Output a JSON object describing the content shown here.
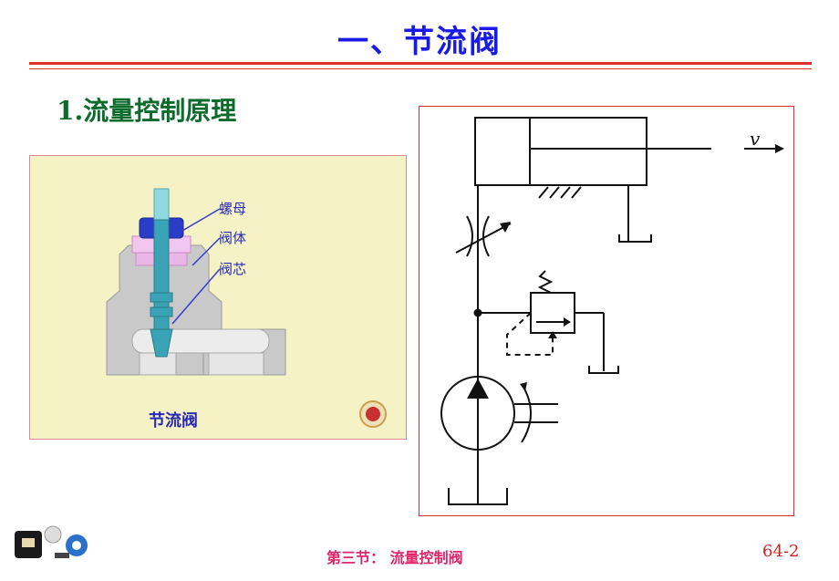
{
  "header": {
    "title": "一、节流阀"
  },
  "section": {
    "number": "1.",
    "heading": "流量控制原理"
  },
  "animation": {
    "callouts": [
      "螺母",
      "阀体",
      "阀芯"
    ],
    "caption": "节流阀"
  },
  "schematic": {
    "velocity_label": "v"
  },
  "footer": {
    "section_name": "第三节： 流量控制阀",
    "page": "64-2"
  },
  "colors": {
    "title": "#1a1ae6",
    "rule": "#e03030",
    "heading": "#0b6b2a",
    "footer": "#e0266a"
  }
}
